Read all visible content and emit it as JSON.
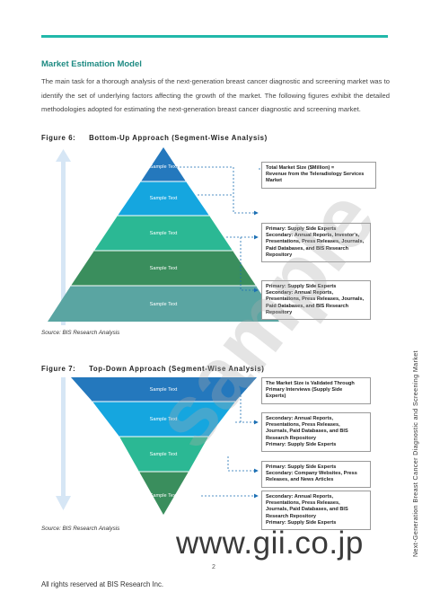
{
  "section": {
    "title": "Market Estimation Model",
    "paragraph": "The main task for a thorough analysis of the next-generation breast cancer diagnostic and screening market was to identify the set of underlying factors affecting the growth of the market. The following figures exhibit the detailed methodologies adopted for estimating the next-generation breast cancer diagnostic and screening market."
  },
  "figure6": {
    "label": "Figure 6:",
    "title": "Bottom-Up Approach (Segment-Wise Analysis)",
    "levels": [
      "Sample Text",
      "Sample Text",
      "Sample Text",
      "Sample Text",
      "Sample Text"
    ],
    "colors": [
      "#2478bd",
      "#15a6df",
      "#2bb894",
      "#3a8e5d",
      "#5aa5a2"
    ],
    "boxes": [
      {
        "lines": [
          "Total Market Size ($Million) =",
          "Revenue from the Teleradiology Services",
          "Market"
        ]
      },
      {
        "lines": [
          "Primary: Supply Side Experts",
          "Secondary: Annual Reports, Investor's,",
          "Presentations, Press Releases, Journals,",
          "Paid Databases, and BIS Research",
          "Repository"
        ]
      },
      {
        "lines": [
          "Primary: Supply Side Experts",
          "Secondary: Annual Reports,",
          "Presentations, Press Releases, Journals,",
          "Paid Databases, and BIS Research",
          "Repository"
        ]
      }
    ],
    "source": "Source: BIS Research Analysis"
  },
  "figure7": {
    "label": "Figure 7:",
    "title": "Top-Down Approach (Segment-Wise Analysis)",
    "levels": [
      "Sample Text",
      "Sample Text",
      "Sample Text",
      "Sample Text"
    ],
    "colors": [
      "#2478bd",
      "#15a6df",
      "#2bb894",
      "#3a8e5d"
    ],
    "boxes": [
      {
        "lines": [
          "The Market Size is Validated Through",
          "Primary Interviews (Supply Side",
          "Experts)"
        ]
      },
      {
        "lines": [
          "Secondary: Annual Reports,",
          "Presentations, Press Releases,",
          "Journals, Paid Databases, and BIS",
          "Research Repository",
          "Primary: Supply Side Experts"
        ]
      },
      {
        "lines": [
          "Primary: Supply Side Experts",
          "Secondary: Company Websites, Press",
          "Releases, and News Articles"
        ]
      },
      {
        "lines": [
          "Secondary: Annual Reports,",
          "Presentations, Press Releases,",
          "Journals, Paid Databases, and BIS",
          "Research Repository",
          "Primary: Supply Side Experts"
        ]
      }
    ],
    "source": "Source: BIS Research Analysis"
  },
  "sidebar": "Next-Generation Breast Cancer Diagnostic and Screening Market",
  "watermark": {
    "gii": "www.gii.co.jp",
    "sample": "sample"
  },
  "footer": "All rights reserved at BIS Research Inc.",
  "page_number": "2"
}
